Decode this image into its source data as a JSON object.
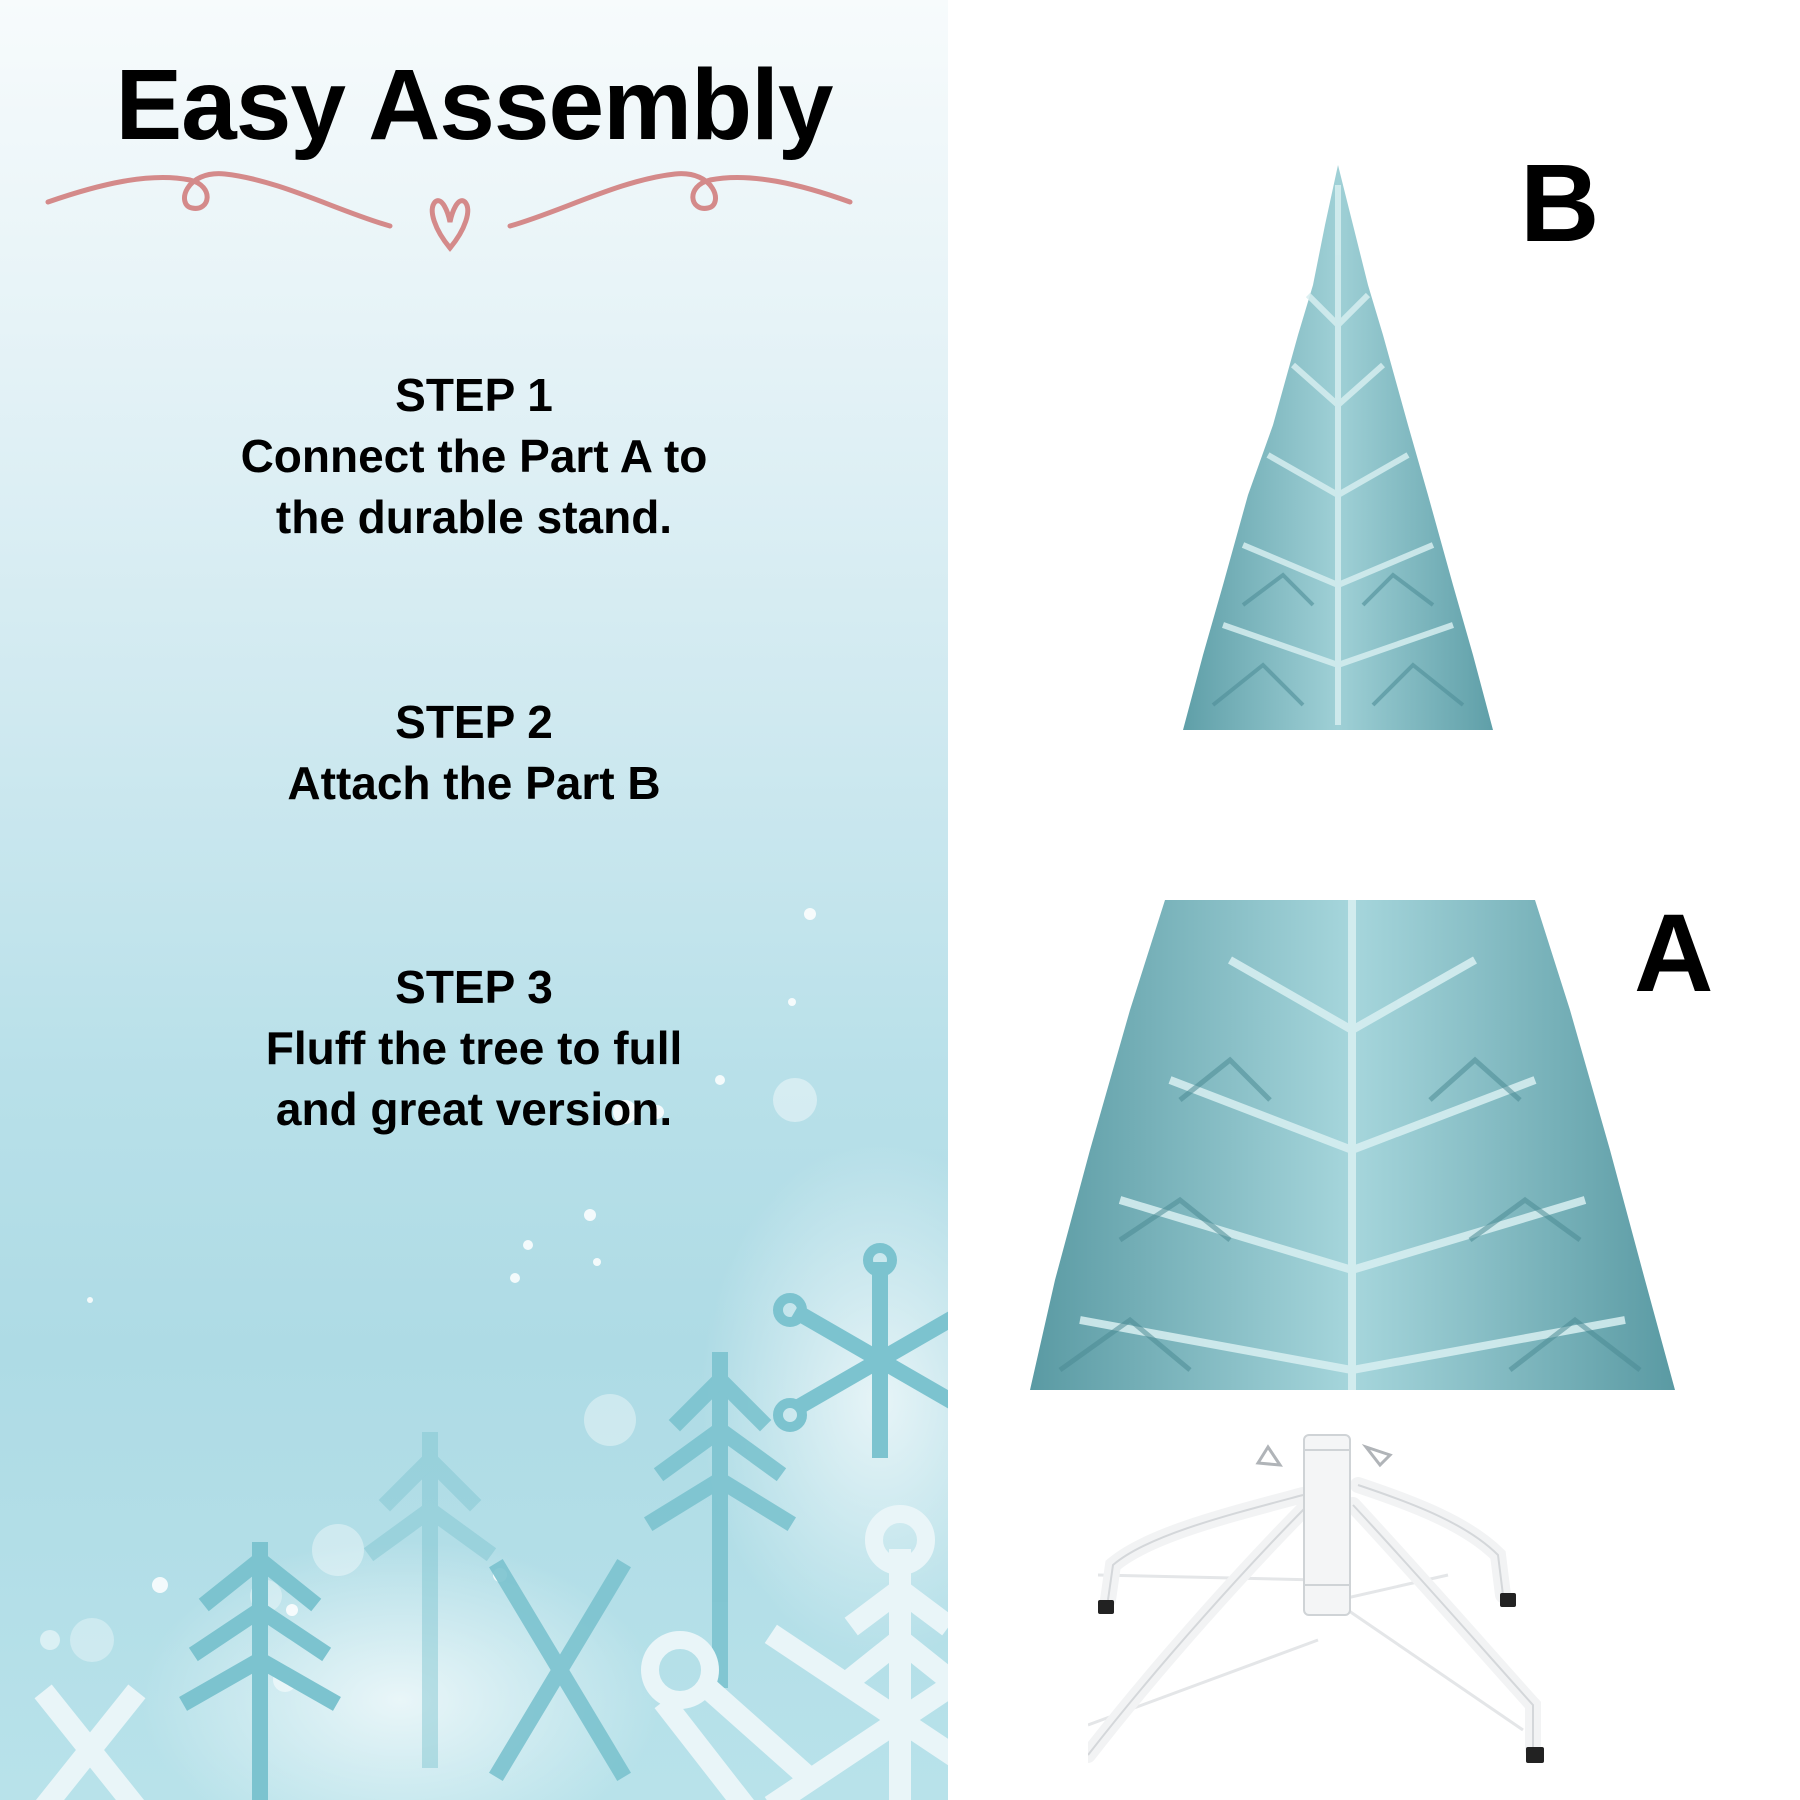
{
  "title": "Easy Assembly",
  "steps": [
    {
      "heading": "STEP 1",
      "lines": [
        "Connect the Part A to",
        "the durable stand."
      ]
    },
    {
      "heading": "STEP 2",
      "lines": [
        "Attach the Part B"
      ]
    },
    {
      "heading": "STEP 3",
      "lines": [
        "Fluff the tree to full",
        "and great version."
      ]
    }
  ],
  "parts": {
    "top": {
      "label": "B",
      "description": "tree-top-section"
    },
    "bottom": {
      "label": "A",
      "description": "tree-bottom-section"
    },
    "stand": {
      "description": "white-metal-tree-stand"
    }
  },
  "colors": {
    "flourish": "#d48a8a",
    "tree": "#6fb2bb",
    "tree_light": "#cfe7ea",
    "background_top": "#f7fbfc",
    "background_bottom": "#aedbe5",
    "snowflake": "#7cc3cf"
  }
}
